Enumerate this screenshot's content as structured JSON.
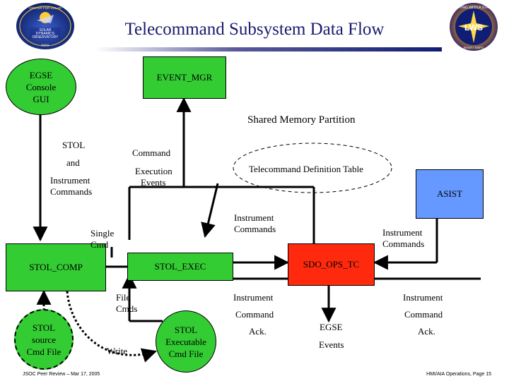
{
  "title": "Telecommand Subsystem Data Flow",
  "logos": {
    "left": {
      "ring_text": "CENTER FOR SOLAR",
      "inner_text_1": "SOLAR",
      "inner_text_2": "DYNAMICS",
      "inner_text_3": "OBSERVATORY",
      "bottom_text": "NASA"
    },
    "right": {
      "ring_text": "LIVING WITH A STAR",
      "inner_text": "LWS",
      "bottom_text": "NASA / GSFC"
    }
  },
  "nodes": {
    "egse_console_gui": {
      "line1": "EGSE",
      "line2": "Console",
      "line3": "GUI",
      "color": "#33cc33"
    },
    "event_mgr": {
      "label": "EVENT_MGR",
      "color": "#33cc33"
    },
    "shared_memory": {
      "label": "Shared Memory Partition"
    },
    "telecommand_def_table": {
      "label": "Telecommand Definition Table"
    },
    "asist": {
      "label": "ASIST",
      "color": "#6699ff"
    },
    "stol_comp": {
      "label": "STOL_COMP",
      "color": "#33cc33"
    },
    "stol_exec": {
      "label": "STOL_EXEC",
      "color": "#33cc33"
    },
    "sdo_ops_tc": {
      "label": "SDO_OPS_TC",
      "color": "#ff2a0e"
    },
    "stol_source": {
      "line1": "STOL",
      "line2": "source",
      "line3": "Cmd File",
      "color": "#33cc33"
    },
    "stol_executable": {
      "line1": "STOL",
      "line2": "Executable",
      "line3": "Cmd File",
      "color": "#33cc33"
    }
  },
  "labels": {
    "stol": "STOL",
    "and": "and",
    "instrument_commands_left": [
      "Instrument",
      "Commands"
    ],
    "command": "Command",
    "execution_events": [
      "Execution",
      "Events"
    ],
    "instrument_commands_mid": [
      "Instrument",
      "Commands"
    ],
    "instrument_commands_right": [
      "Instrument",
      "Commands"
    ],
    "single_cmd": [
      "Single",
      "Cmd"
    ],
    "file_cmds": [
      "File",
      "Cmds"
    ],
    "write": "Write",
    "instrument_command_ack_1": [
      "Instrument",
      "Command",
      "Ack."
    ],
    "egse_events": [
      "EGSE",
      "Events"
    ],
    "instrument_command_ack_2": [
      "Instrument",
      "Command",
      "Ack."
    ]
  },
  "footer": {
    "left": "JSOC Peer Review – Mar 17, 2005",
    "right": "HMI/AIA Operations, Page 15"
  }
}
